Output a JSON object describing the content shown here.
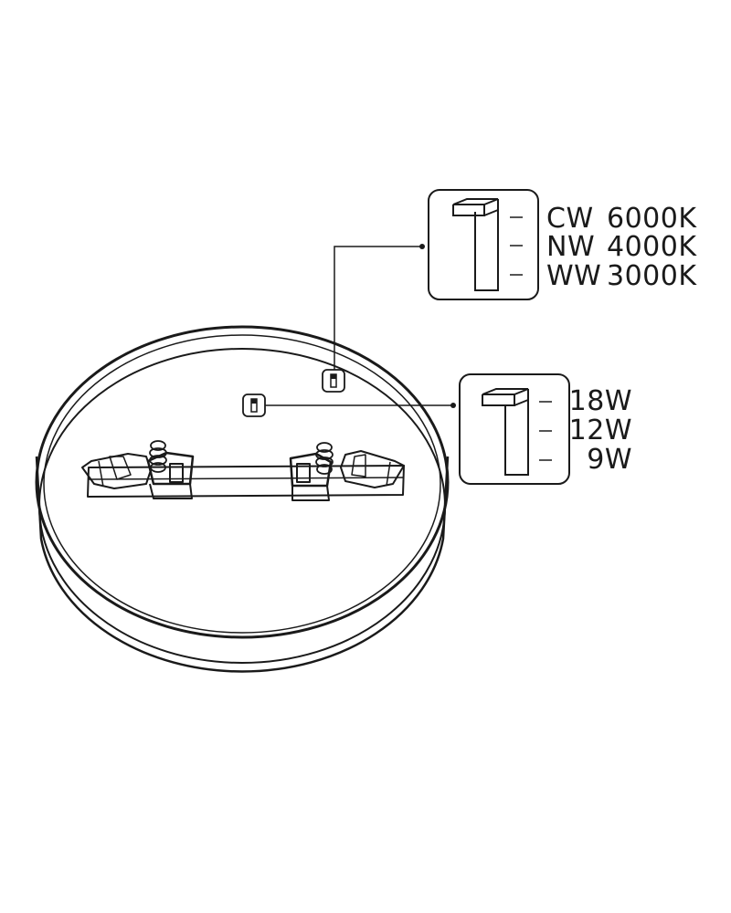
{
  "color_temperature_selector": {
    "options": [
      {
        "code": "CW",
        "value": "6000K"
      },
      {
        "code": "NW",
        "value": "4000K"
      },
      {
        "code": "WW",
        "value": "3000K"
      }
    ]
  },
  "wattage_selector": {
    "options": [
      "18W",
      "12W",
      "9W"
    ]
  },
  "colors": {
    "line": "#1a1a1a",
    "background": "#ffffff"
  }
}
